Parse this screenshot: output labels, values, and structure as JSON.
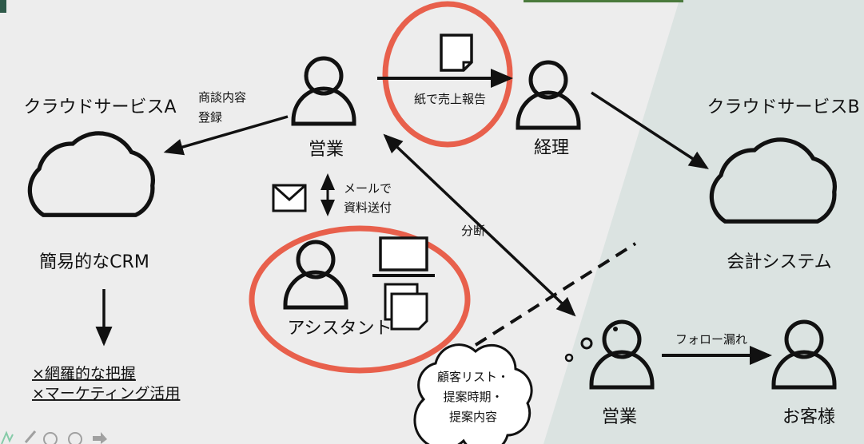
{
  "colors": {
    "highlight": "#e8604c",
    "accent_bar": "#4a7a3c",
    "right_panel": "#dbe3e1"
  },
  "cloud_a": {
    "title": "クラウドサービスA",
    "label": "簡易的なCRM",
    "issues": [
      "×網羅的な把握",
      "×マーケティング活用"
    ]
  },
  "cloud_b": {
    "title": "クラウドサービスB",
    "label": "会計システム"
  },
  "people": {
    "sales_top": "営業",
    "accounting": "経理",
    "assistant": "アシスタント",
    "sales_bottom": "営業",
    "customer": "お客様"
  },
  "edges": {
    "deal_register": [
      "商談内容",
      "登録"
    ],
    "paper_report": "紙で売上報告",
    "mail": [
      "メールで",
      "資料送付"
    ],
    "disconnect": "分断",
    "follow_miss": "フォロー漏れ"
  },
  "thought": [
    "顧客リスト・",
    "提案時期・",
    "提案内容"
  ],
  "icons": [
    "document-icon",
    "mail-icon",
    "laptop-icon",
    "documents-icon",
    "cloud-icon",
    "person-icon"
  ]
}
